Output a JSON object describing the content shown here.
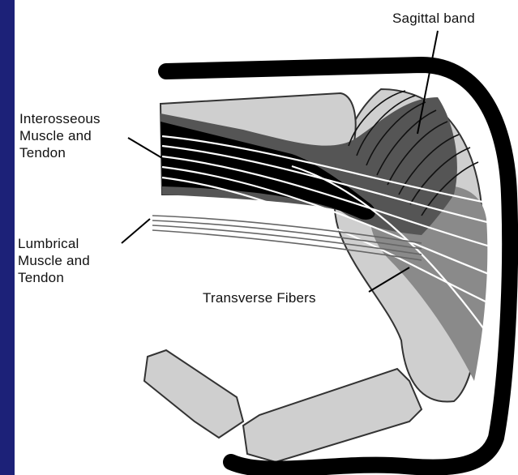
{
  "labels": {
    "sagittal_band": "Sagittal band",
    "interosseous": [
      "Interosseous",
      "Muscle and",
      "Tendon"
    ],
    "lumbrical": [
      "Lumbrical",
      "Muscle and",
      "Tendon"
    ],
    "transverse_fibers": "Transverse Fibers"
  },
  "colors": {
    "background_frame": "#1c2178",
    "panel": "#ffffff",
    "bone": "#cfcfcf",
    "mid_gray": "#8a8a8a",
    "dark_gray": "#555555",
    "black": "#000000"
  }
}
